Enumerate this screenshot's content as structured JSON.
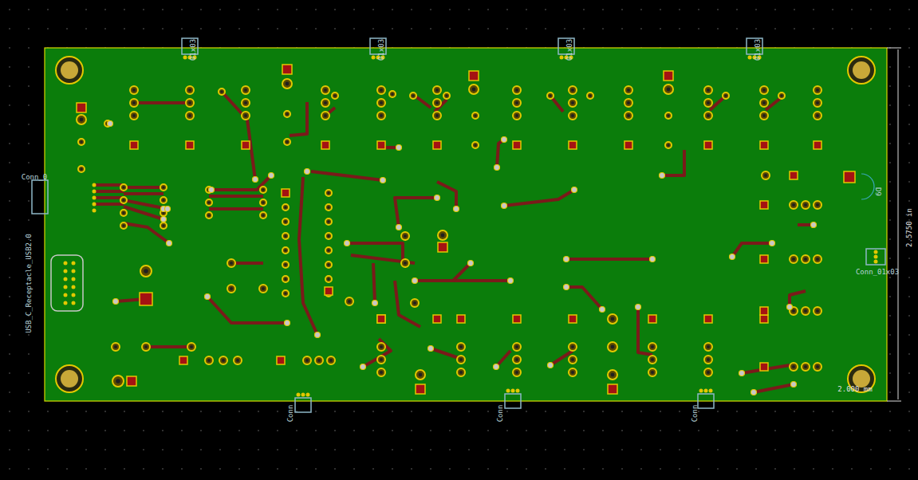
{
  "diagram": {
    "labels": [
      "01x03",
      "01x03",
      "01x03",
      "01x03",
      "Conn",
      "Conn",
      "Conn",
      "Conn_0",
      "USB_C_Receptacle_USB2.0",
      "D9",
      "Conn_01x03",
      "2.5750 in",
      "2.000 mm"
    ]
  }
}
